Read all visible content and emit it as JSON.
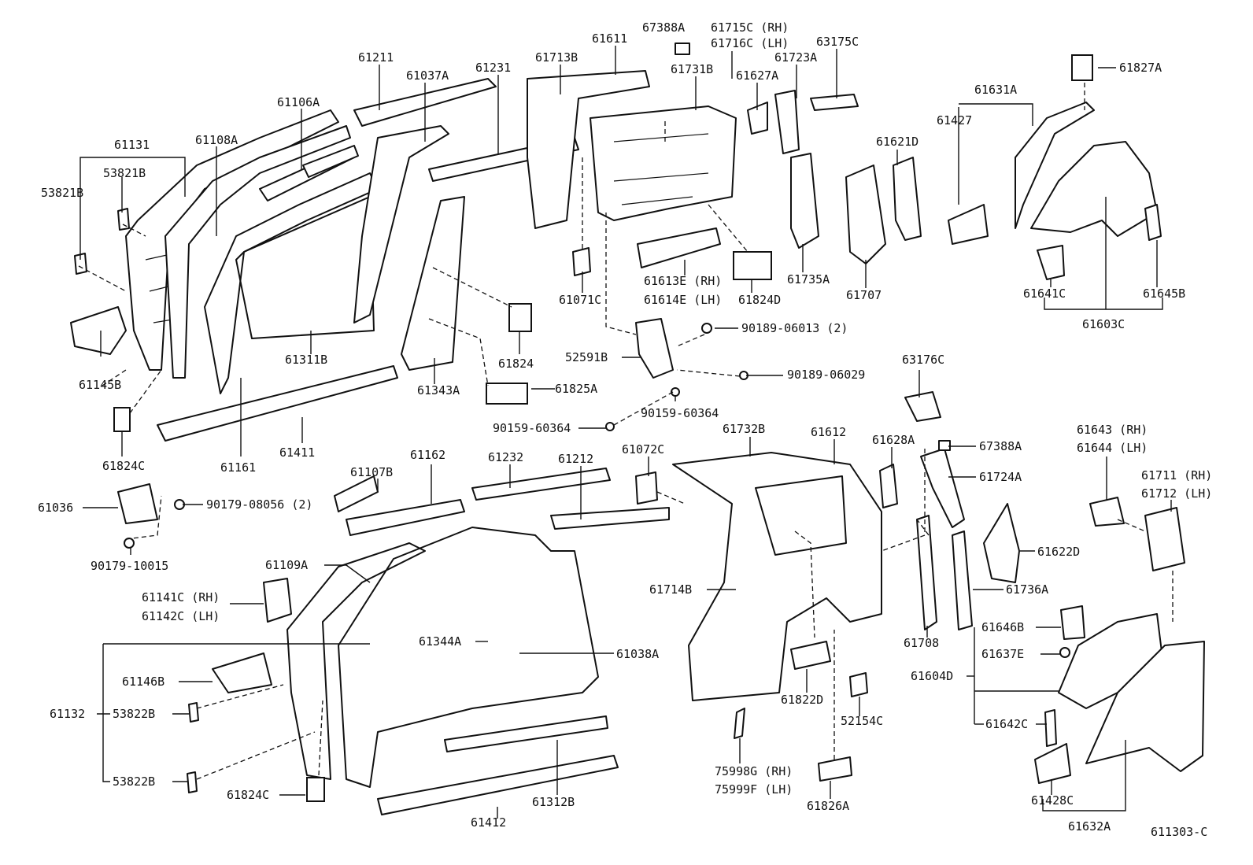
{
  "labels": {
    "p61211": "61211",
    "p61037A": "61037A",
    "p61231": "61231",
    "p61713B": "61713B",
    "p61611": "61611",
    "p67388A_1": "67388A",
    "p61715C": "61715C (RH)",
    "p61716C": "61716C (LH)",
    "p63175C": "63175C",
    "p61731B": "61731B",
    "p61627A": "61627A",
    "p61723A": "61723A",
    "p61827A": "61827A",
    "p61106A": "61106A",
    "p61131": "61131",
    "p61108A": "61108A",
    "p53821B_1": "53821B",
    "p53821B_2": "53821B",
    "p61631A": "61631A",
    "p61427": "61427",
    "p61621D": "61621D",
    "p61145B": "61145B",
    "p61311B": "61311B",
    "p61824": "61824",
    "p61343A": "61343A",
    "p61825A": "61825A",
    "p61071C": "61071C",
    "p61613E": "61613E (RH)",
    "p61614E": "61614E (LH)",
    "p61824D": "61824D",
    "p61735A": "61735A",
    "p61707": "61707",
    "p61641C": "61641C",
    "p61645B": "61645B",
    "p61603C": "61603C",
    "p90189_06013": "90189-06013 (2)",
    "p52591B": "52591B",
    "p63176C": "63176C",
    "p90189_06029": "90189-06029",
    "p90159_60364_1": "90159-60364",
    "p90159_60364_2": "90159-60364",
    "p61824C_1": "61824C",
    "p61161": "61161",
    "p61411": "61411",
    "p61107B": "61107B",
    "p61162": "61162",
    "p61232": "61232",
    "p61212": "61212",
    "p61072C": "61072C",
    "p61732B": "61732B",
    "p61612": "61612",
    "p61628A": "61628A",
    "p67388A_2": "67388A",
    "p61724A": "61724A",
    "p61643": "61643 (RH)",
    "p61644": "61644 (LH)",
    "p61711": "61711 (RH)",
    "p61712": "61712 (LH)",
    "p61036": "61036",
    "p90179_08056": "90179-08056 (2)",
    "p90179_10015": "90179-10015",
    "p61109A": "61109A",
    "p61141C": "61141C (RH)",
    "p61142C": "61142C (LH)",
    "p61622D": "61622D",
    "p61714B": "61714B",
    "p61736A": "61736A",
    "p61344A": "61344A",
    "p61038A": "61038A",
    "p61646B": "61646B",
    "p61637E": "61637E",
    "p61604D": "61604D",
    "p61708": "61708",
    "p61146B": "61146B",
    "p61132": "61132",
    "p53822B_1": "53822B",
    "p53822B_2": "53822B",
    "p61822D": "61822D",
    "p52154C": "52154C",
    "p61642C": "61642C",
    "p75998G": "75998G (RH)",
    "p75999F": "75999F (LH)",
    "p61826A": "61826A",
    "p61824C_2": "61824C",
    "p61412": "61412",
    "p61312B": "61312B",
    "p61428C": "61428C",
    "p61632A": "61632A",
    "p611303C": "611303-C"
  }
}
